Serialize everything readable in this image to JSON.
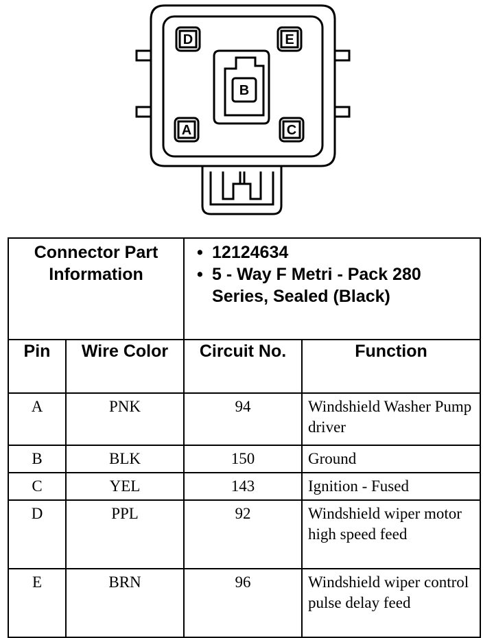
{
  "connector_pins": {
    "D": "D",
    "E": "E",
    "B": "B",
    "A": "A",
    "C": "C"
  },
  "info": {
    "label": "Connector Part Information",
    "items": [
      "12124634",
      "5 - Way F Metri - Pack 280 Series, Sealed (Black)"
    ]
  },
  "columns": [
    "Pin",
    "Wire Color",
    "Circuit No.",
    "Function"
  ],
  "rows": [
    {
      "pin": "A",
      "color": "PNK",
      "circuit": "94",
      "function": "Windshield Washer Pump driver"
    },
    {
      "pin": "B",
      "color": "BLK",
      "circuit": "150",
      "function": "Ground"
    },
    {
      "pin": "C",
      "color": "YEL",
      "circuit": "143",
      "function": "Ignition - Fused"
    },
    {
      "pin": "D",
      "color": "PPL",
      "circuit": "92",
      "function": "Windshield wiper motor high speed feed"
    },
    {
      "pin": "E",
      "color": "BRN",
      "circuit": "96",
      "function": "Windshield wiper control pulse delay feed"
    }
  ]
}
